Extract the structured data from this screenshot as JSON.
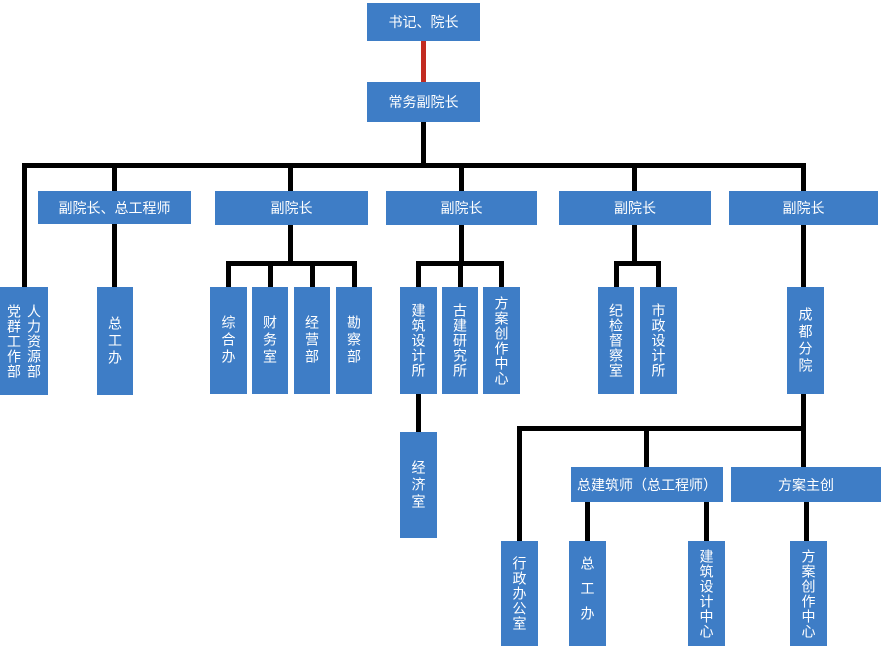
{
  "diagram": {
    "type": "org-chart",
    "colors": {
      "node_fill": "#3E7DC6",
      "node_text": "#FFFFFF",
      "line": "#000000",
      "red_line": "#C22B21"
    },
    "nodes": {
      "secretary_president": "书记、院长",
      "executive_vice_president": "常务副院长",
      "vp_chief_engineer": "副院长、总工程师",
      "vp_2": "副院长",
      "vp_3": "副院长",
      "vp_4": "副院长",
      "vp_5": "副院长",
      "party_mass_work_dept": "党群工作部",
      "human_resources_dept": "人力资源部",
      "chief_engineer_office": "总工办",
      "general_office": "综合办",
      "finance_office": "财务室",
      "business_dept": "经营部",
      "survey_dept": "勘察部",
      "architectural_design_institute": "建筑设计所",
      "ancient_architecture_research_institute": "古建研究所",
      "scheme_creation_center": "方案创作中心",
      "economics_office": "经济室",
      "discipline_inspection_office": "纪检督察室",
      "municipal_design_institute": "市政设计所",
      "chengdu_branch": "成都分院",
      "chief_architect": "总建筑师（总工程师）",
      "scheme_lead": "方案主创",
      "administrative_office": "行政办公室",
      "chief_engineer_office_2": "总工办",
      "architectural_design_center": "建筑设计中心",
      "scheme_creation_center_2": "方案创作中心"
    },
    "edges": [
      {
        "from": "secretary_president",
        "to": "executive_vice_president",
        "style": "red"
      },
      {
        "from": "executive_vice_president",
        "to": "party_mass_work_dept"
      },
      {
        "from": "executive_vice_president",
        "to": "human_resources_dept"
      },
      {
        "from": "executive_vice_president",
        "to": "vp_chief_engineer"
      },
      {
        "from": "executive_vice_president",
        "to": "vp_2"
      },
      {
        "from": "executive_vice_president",
        "to": "vp_3"
      },
      {
        "from": "executive_vice_president",
        "to": "vp_4"
      },
      {
        "from": "executive_vice_president",
        "to": "vp_5"
      },
      {
        "from": "vp_chief_engineer",
        "to": "chief_engineer_office"
      },
      {
        "from": "vp_2",
        "to": "general_office"
      },
      {
        "from": "vp_2",
        "to": "finance_office"
      },
      {
        "from": "vp_2",
        "to": "business_dept"
      },
      {
        "from": "vp_2",
        "to": "survey_dept"
      },
      {
        "from": "vp_3",
        "to": "architectural_design_institute"
      },
      {
        "from": "vp_3",
        "to": "ancient_architecture_research_institute"
      },
      {
        "from": "vp_3",
        "to": "scheme_creation_center"
      },
      {
        "from": "architectural_design_institute",
        "to": "economics_office"
      },
      {
        "from": "vp_4",
        "to": "discipline_inspection_office"
      },
      {
        "from": "vp_4",
        "to": "municipal_design_institute"
      },
      {
        "from": "vp_5",
        "to": "chengdu_branch"
      },
      {
        "from": "chengdu_branch",
        "to": "administrative_office"
      },
      {
        "from": "chengdu_branch",
        "to": "chief_architect"
      },
      {
        "from": "chengdu_branch",
        "to": "scheme_lead"
      },
      {
        "from": "chief_architect",
        "to": "chief_engineer_office_2"
      },
      {
        "from": "chief_architect",
        "to": "architectural_design_center"
      },
      {
        "from": "scheme_lead",
        "to": "scheme_creation_center_2"
      }
    ]
  }
}
